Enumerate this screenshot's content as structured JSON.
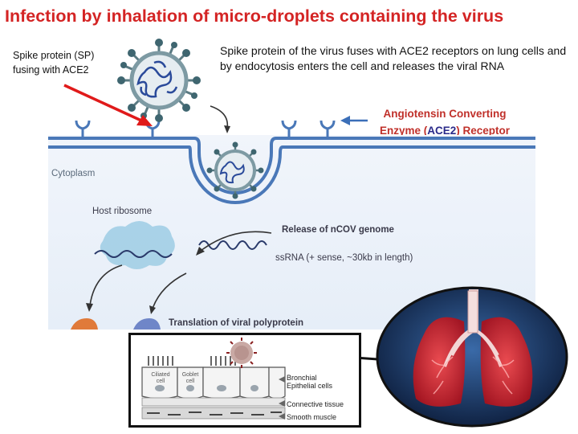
{
  "title": "Infection by inhalation of micro-droplets containing the virus",
  "spike_label": {
    "line1": "Spike protein (SP)",
    "line2": "fusing with ACE2"
  },
  "fusion_text": "Spike protein of the virus fuses with ACE2 receptors on lung cells and by endocytosis enters the cell and releases the viral RNA",
  "ace2_label": {
    "line1": "Angiotensin Converting",
    "line2_prefix": "Enzyme (",
    "line2_ace2": "ACE2",
    "line2_suffix": ") Receptor"
  },
  "cell_panel": {
    "cytoplasm": "Cytoplasm",
    "host_ribosome": "Host ribosome",
    "release": "Release of nCOV genome",
    "ssrna": "ssRNA (+ sense, ~30kb in length)",
    "translation": "Translation of viral polyprotein"
  },
  "tissue_inset": {
    "ciliated_line1": "Ciliated",
    "ciliated_line2": "cell",
    "goblet_line1": "Goblet",
    "goblet_line2": "cell",
    "bronchial_line1": "Bronchial",
    "bronchial_line2": "Epithelial cells",
    "connective": "Connective tissue",
    "smooth_muscle": "Smooth muscle"
  },
  "colors": {
    "title": "#d42424",
    "arrow_red": "#e01a1a",
    "arrow_blue": "#3b6fb8",
    "membrane_blue": "#4a78b8",
    "virus_spike": "#5a7a82",
    "rna_blue": "#2a4a9a",
    "lung_red": "#e02830"
  }
}
